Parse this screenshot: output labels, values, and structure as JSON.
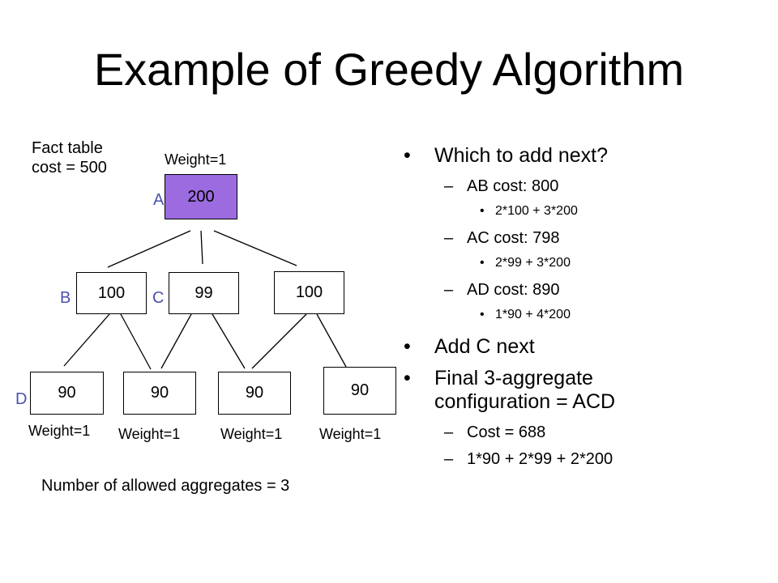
{
  "title": "Example of Greedy Algorithm",
  "fact_table": {
    "line1": "Fact table",
    "line2": "cost = 500"
  },
  "tree": {
    "root": {
      "label": "A",
      "value": "200",
      "weight": "Weight=1"
    },
    "level2": [
      {
        "label": "B",
        "value": "100"
      },
      {
        "label": "C",
        "value": "99"
      },
      {
        "label": "",
        "value": "100"
      }
    ],
    "level3_label": "D",
    "level3": [
      {
        "value": "90",
        "weight": "Weight=1"
      },
      {
        "value": "90",
        "weight": "Weight=1"
      },
      {
        "value": "90",
        "weight": "Weight=1"
      },
      {
        "value": "90",
        "weight": "Weight=1"
      }
    ]
  },
  "footer_note": "Number of allowed aggregates = 3",
  "bullet_mark_l1": "•",
  "bullet_mark_l2": "–",
  "bullet_mark_l3": "•",
  "bullets": {
    "q": "Which to add next?",
    "ab": "AB cost:  800",
    "ab_calc": "2*100 + 3*200",
    "ac": "AC cost:  798",
    "ac_calc": "2*99 + 3*200",
    "ad": "AD cost:  890",
    "ad_calc": "1*90 + 4*200",
    "add": "Add C next",
    "final": "Final 3-aggregate configuration = ACD",
    "cost": "Cost = 688",
    "cost_calc": "1*90 + 2*99 + 2*200"
  },
  "colors": {
    "root_fill": "#9b6bdf",
    "label_color": "#4b50ae",
    "text": "#000000",
    "background": "#ffffff"
  }
}
